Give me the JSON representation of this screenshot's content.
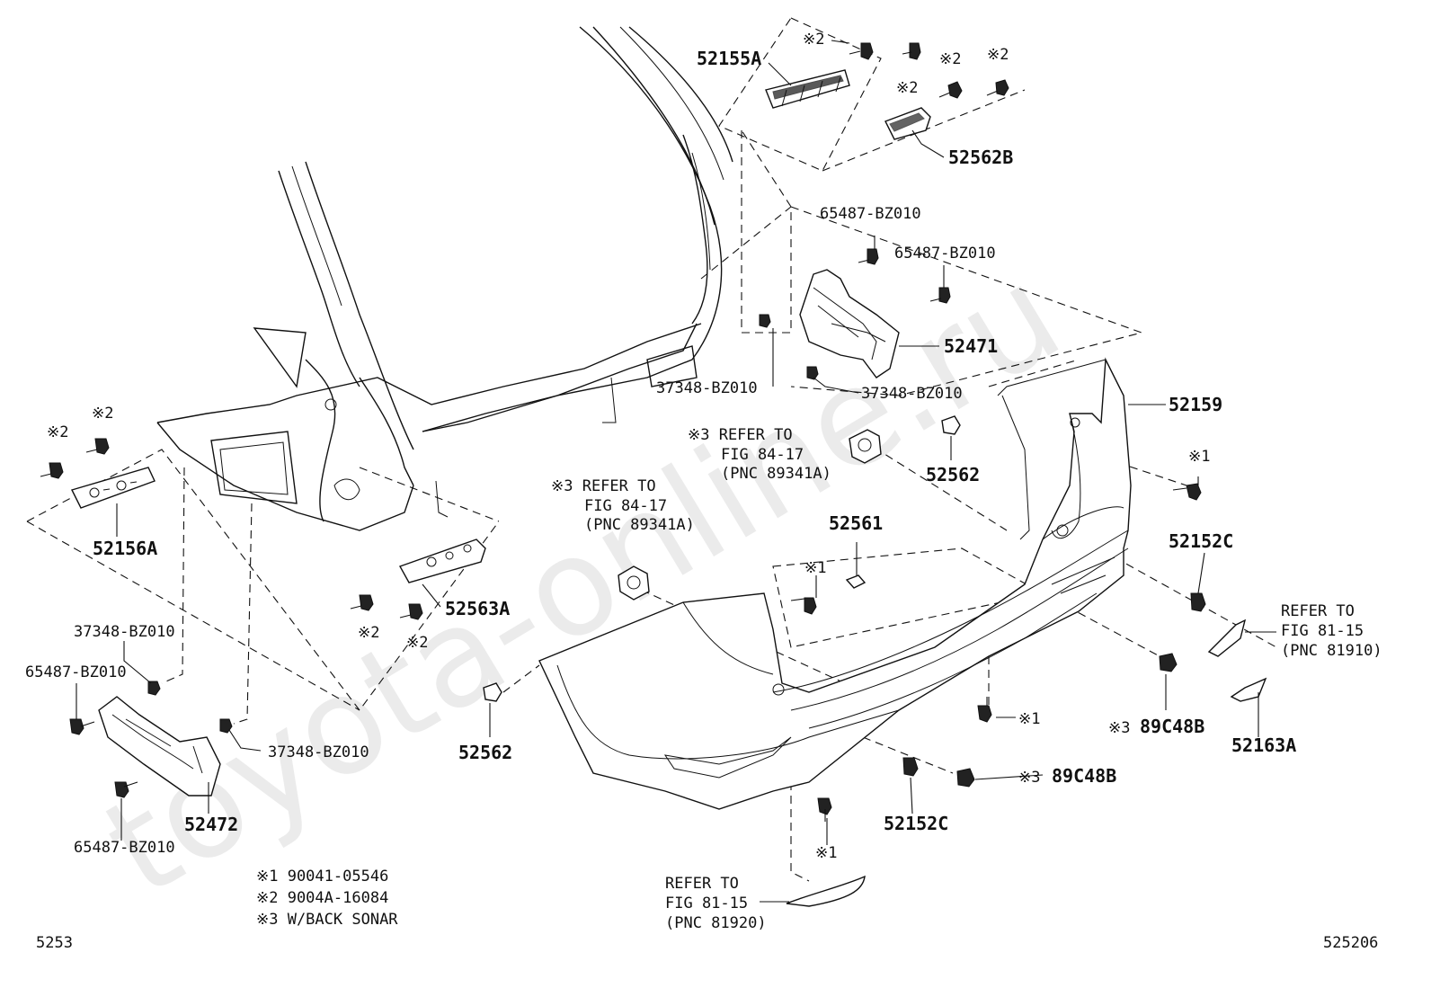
{
  "watermark": "toyota-online.ru",
  "part_labels": {
    "p52155A": "52155A",
    "p52562B": "52562B",
    "p65487_a": "65487-BZ010",
    "p65487_b": "65487-BZ010",
    "p52471": "52471",
    "p37348_a": "37348-BZ010",
    "p37348_b": "37348-BZ010",
    "p52159": "52159",
    "p52562_a": "52562",
    "p52156A": "52156A",
    "p52563A": "52563A",
    "p52561": "52561",
    "p52152C_a": "52152C",
    "p37348_c": "37348-BZ010",
    "p65487_c": "65487-BZ010",
    "p37348_d": "37348-BZ010",
    "p52562_b": "52562",
    "p52472": "52472",
    "p65487_d": "65487-BZ010",
    "p89C48B_a": "89C48B",
    "p52163A": "52163A",
    "p52152C_b": "52152C",
    "p89C48B_b": "89C48B"
  },
  "mark_labels": {
    "m2_a": "※2",
    "m2_b": "※2",
    "m2_c": "※2",
    "m2_d": "※2",
    "m2_e": "※2",
    "m2_f": "※2",
    "m2_g": "※2",
    "m2_h": "※2",
    "m1_a": "※1",
    "m1_b": "※1",
    "m1_c": "※1",
    "m1_d": "※1",
    "m3_a": "※3",
    "m3_b": "※3"
  },
  "refs": {
    "sonar1": [
      "※3 REFER TO",
      "FIG 84-17",
      "(PNC 89341A)"
    ],
    "sonar2": [
      "※3 REFER TO",
      "FIG 84-17",
      "(PNC 89341A)"
    ],
    "refl_r": [
      "REFER TO",
      "FIG 81-15",
      "(PNC 81910)"
    ],
    "refl_l": [
      "REFER TO",
      "FIG 81-15",
      "(PNC 81920)"
    ]
  },
  "legend": [
    "※1  90041-05546",
    "※2  9004A-16084",
    "※3  W/BACK SONAR"
  ],
  "corner": {
    "left": "5253",
    "right": "525206"
  }
}
